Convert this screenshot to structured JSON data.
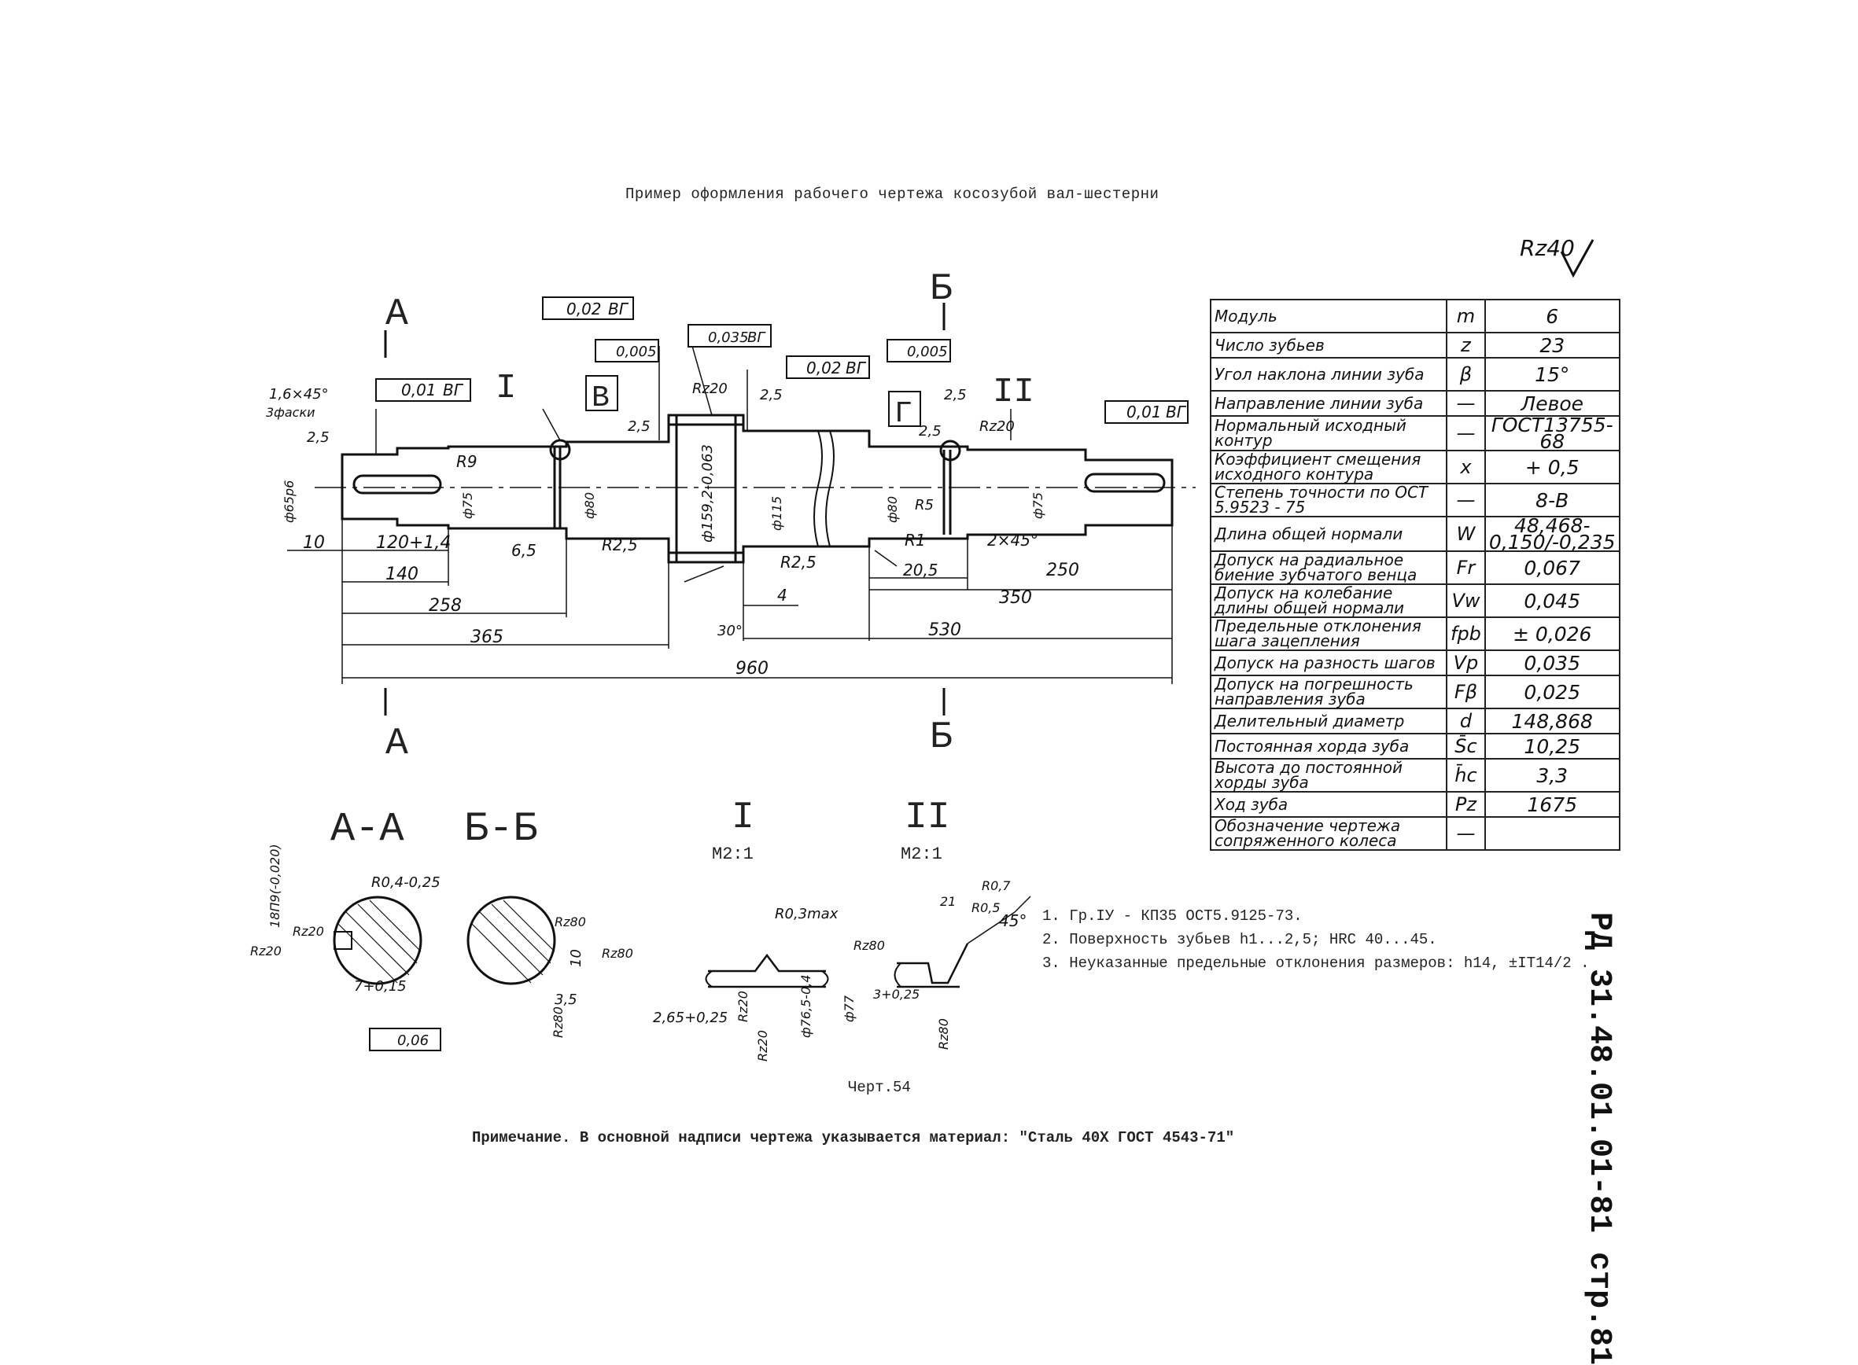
{
  "title": "Пример оформления рабочего чертежа косозубой вал-шестерни",
  "roughness_general": "Rz40",
  "section_letters": {
    "a": "А",
    "b": "Б",
    "v": "В",
    "g": "Г"
  },
  "detail_labels": {
    "one": "I",
    "two": "II"
  },
  "views": {
    "aa": "А-А",
    "bb": "Б-Б",
    "detail1_title": "I",
    "detail1_scale": "М2:1",
    "detail2_title": "II",
    "detail2_scale": "М2:1"
  },
  "tolerances": {
    "t1": "0,02",
    "t1_base": "ВГ",
    "t2": "0,005",
    "t3": "0,035",
    "t3_base": "ВГ",
    "t4": "0,02",
    "t4_base": "ВГ",
    "t5": "0,005",
    "t6": "0,01",
    "t6_base": "ВГ",
    "t7": "0,01",
    "t7_base": "ВГ",
    "t8": "0,06"
  },
  "dimensions": {
    "chamfer": "1,6×45°",
    "chamfer_note": "3фаски",
    "d1": "2,5",
    "r9": "R9",
    "d_shaft_left": "ф65р6",
    "d75_left": "ф75",
    "d80_left": "ф80",
    "d_gear": "ф159,2-0,063",
    "d115": "ф115",
    "d80_right": "ф80",
    "d75_right": "ф75",
    "d2_5a": "2,5",
    "d2_5b": "2,5",
    "d2_5c": "2,5",
    "d2_5d": "2,5",
    "rz20a": "Rz20",
    "rz20b": "Rz20",
    "rz20c": "Rz20",
    "l10": "10",
    "l120": "120+1,4",
    "l140": "140",
    "l258": "258",
    "l365": "365",
    "l960": "960",
    "l6_5": "6,5",
    "r2_5a": "R2,5",
    "r2_5b": "R2,5",
    "r1": "R1",
    "l20_5": "20,5",
    "l2x45": "2×45°",
    "l250": "250",
    "l350": "350",
    "l530": "530",
    "l4": "4",
    "a30": "30°",
    "r5": "R5",
    "r0_4": "R0,4-0,25",
    "aa_width": "7+0,15",
    "aa_rz20": "Rz20",
    "aa_rz20b": "Rz20",
    "aa_spec": "18П9(-0,020)",
    "bb_10": "10",
    "bb_3_5": "3,5",
    "bb_rz80a": "Rz80",
    "bb_rz80b": "Rz80",
    "bb_rz80c": "Rz80",
    "i_r03": "R0,3max",
    "i_265": "2,65+0,25",
    "i_d765": "ф76,5-0,4",
    "i_rz20a": "Rz20",
    "i_rz20b": "Rz20",
    "ii_21": "21",
    "ii_r05": "R0,5",
    "ii_r07": "R0,7",
    "ii_45": "45°",
    "ii_rz80a": "Rz80",
    "ii_rz80b": "Rz80",
    "ii_3": "3+0,25",
    "ii_d77": "ф77"
  },
  "params_table": [
    {
      "name": "Модуль",
      "sym": "m",
      "val": "6"
    },
    {
      "name": "Число зубьев",
      "sym": "z",
      "val": "23"
    },
    {
      "name": "Угол наклона линии зуба",
      "sym": "β",
      "val": "15°"
    },
    {
      "name": "Направление линии зуба",
      "sym": "—",
      "val": "Левое"
    },
    {
      "name": "Нормальный исходный контур",
      "sym": "—",
      "val": "ГОСТ13755-68"
    },
    {
      "name": "Коэффициент смещения исходного контура",
      "sym": "x",
      "val": "+ 0,5"
    },
    {
      "name": "Степень точности по ОСТ 5.9523 - 75",
      "sym": "—",
      "val": "8-В"
    },
    {
      "name": "Длина общей нормали",
      "sym": "W",
      "val": "48,468-0,150/-0,235"
    },
    {
      "name": "Допуск на радиальное биение зубчатого венца",
      "sym": "Fr",
      "val": "0,067"
    },
    {
      "name": "Допуск на колебание длины общей нормали",
      "sym": "Vw",
      "val": "0,045"
    },
    {
      "name": "Предельные отклонения шага зацепления",
      "sym": "fpb",
      "val": "± 0,026"
    },
    {
      "name": "Допуск на разность шагов",
      "sym": "Vp",
      "val": "0,035"
    },
    {
      "name": "Допуск на погрешность направления зуба",
      "sym": "Fβ",
      "val": "0,025"
    },
    {
      "name": "Делительный диаметр",
      "sym": "d",
      "val": "148,868"
    },
    {
      "name": "Постоянная хорда зуба",
      "sym": "S̄c",
      "val": "10,25"
    },
    {
      "name": "Высота до постоянной хорды зуба",
      "sym": "h̄c",
      "val": "3,3"
    },
    {
      "name": "Ход зуба",
      "sym": "Pz",
      "val": "1675"
    },
    {
      "name": "Обозначение чертежа сопряженного колеса",
      "sym": "—",
      "val": ""
    }
  ],
  "notes": [
    "1. Гр.IУ - КП35 ОСТ5.9125-73.",
    "2. Поверхность зубьев h1...2,5; HRC 40...45.",
    "3. Неуказанные предельные отклонения размеров: h14, ±IT14/2 ."
  ],
  "caption": "Черт.54",
  "footnote": "Примечание. В основной надписи чертежа указывается материал: \"Сталь 40Х ГОСТ 4543-71\"",
  "side_code": "РД 31.48.01.01-81 стр.81"
}
